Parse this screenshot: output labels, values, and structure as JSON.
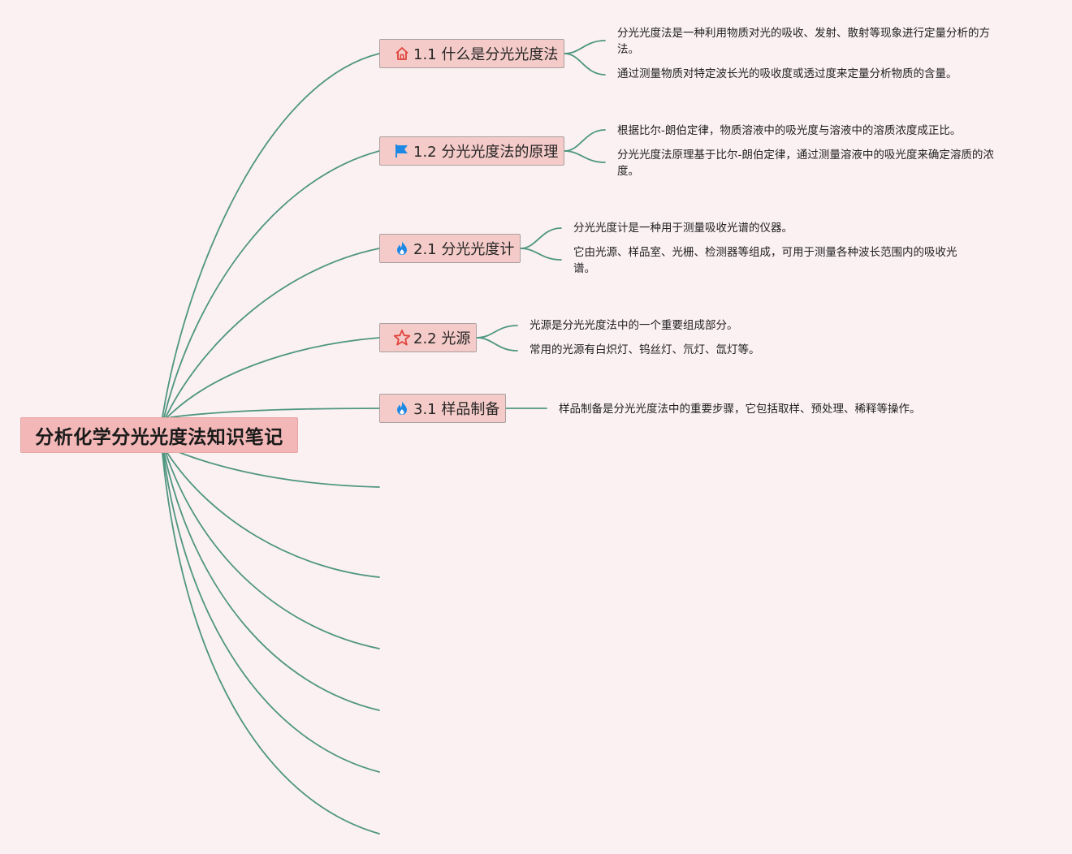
{
  "root": {
    "title": "分析化学分光光度法知识笔记"
  },
  "topics": [
    {
      "label": "1.1 什么是分光光度法",
      "icon": "home-icon",
      "notes": [
        "分光光度法是一种利用物质对光的吸收、发射、散射等现象进行定量分析的方法。",
        "通过测量物质对特定波长光的吸收度或透过度来定量分析物质的含量。"
      ]
    },
    {
      "label": "1.2 分光光度法的原理",
      "icon": "flag-icon",
      "notes": [
        "根据比尔-朗伯定律，物质溶液中的吸光度与溶液中的溶质浓度成正比。",
        "分光光度法原理基于比尔-朗伯定律，通过测量溶液中的吸光度来确定溶质的浓度。"
      ]
    },
    {
      "label": "2.1 分光光度计",
      "icon": "flame-icon",
      "notes": [
        "分光光度计是一种用于测量吸收光谱的仪器。",
        "它由光源、样品室、光栅、检测器等组成，可用于测量各种波长范围内的吸收光谱。"
      ]
    },
    {
      "label": "2.2 光源",
      "icon": "star-icon",
      "notes": [
        "光源是分光光度法中的一个重要组成部分。",
        "常用的光源有白炽灯、钨丝灯、氘灯、氙灯等。"
      ]
    },
    {
      "label": "3.1 样品制备",
      "icon": "flame-icon",
      "notes": [
        "样品制备是分光光度法中的重要步骤，它包括取样、预处理、稀释等操作。"
      ]
    }
  ],
  "colors": {
    "background": "#fbf1f3",
    "line": "#4f9680",
    "root_fill": "#f2b7b6",
    "topic_fill": "#f4cbc8",
    "home_icon": "#e0443c",
    "flag_icon": "#1e88e5",
    "flame_icon": "#1e88e5",
    "star_icon": "#e0443c"
  }
}
